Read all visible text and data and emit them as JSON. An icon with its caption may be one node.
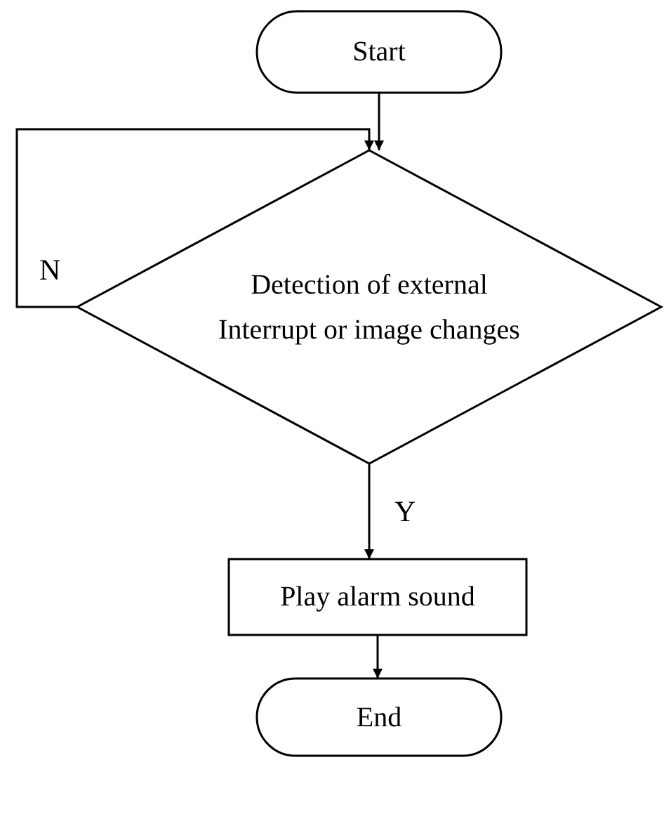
{
  "diagram": {
    "nodes": [
      {
        "text": [
          "Start"
        ]
      },
      {
        "text": [
          "Detection of external Interrupt or image changes"
        ]
      },
      {
        "text": [
          "Play alarm sound"
        ]
      },
      {
        "text": [
          "End"
        ]
      }
    ],
    "edges": [
      {
        "from": 0,
        "to": 1,
        "arrow": "to"
      },
      {
        "from": 1,
        "to": 1,
        "arrow": "to",
        "label": "N"
      },
      {
        "from": 1,
        "to": 2,
        "arrow": "to",
        "label": "Y"
      },
      {
        "from": 2,
        "to": 3,
        "arrow": "to"
      }
    ]
  }
}
